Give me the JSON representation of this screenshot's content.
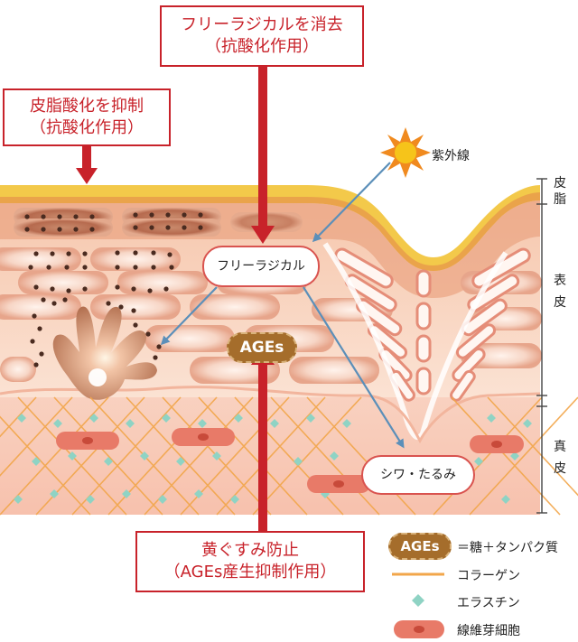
{
  "boxes": {
    "free_radical": {
      "line1": "フリーラジカルを消去",
      "line2": "（抗酸化作用）"
    },
    "sebum": {
      "line1": "皮脂酸化を抑制",
      "line2": "（抗酸化作用）"
    },
    "yellowing": {
      "line1": "黄ぐすみ防止",
      "line2": "（AGEs産生抑制作用）"
    }
  },
  "labels": {
    "uv": "紫外線",
    "free_radical_node": "フリーラジカル",
    "ages_node": "AGEs",
    "wrinkle_node": "シワ・たるみ"
  },
  "scale": {
    "sebum": [
      "皮",
      "脂"
    ],
    "epidermis": [
      "表",
      "皮"
    ],
    "dermis": [
      "真",
      "皮"
    ]
  },
  "legend": {
    "ages_badge": "AGEs",
    "ages_text": "＝糖＋タンパク質",
    "collagen": "コラーゲン",
    "elastin": "エラスチン",
    "fibroblast": "線維芽細胞"
  },
  "colors": {
    "accent_red": "#c8222a",
    "ages_brown": "#a56d2b",
    "sebum_yellow": "#f3c94a",
    "collagen_orange": "#f2a64a",
    "elastin_teal": "#8fd3c4",
    "fibroblast_red": "#e87a68",
    "arrow_blue": "#5b8fb9"
  },
  "icons": {
    "sun": "sun-icon",
    "melanocyte": "melanocyte-cell"
  }
}
